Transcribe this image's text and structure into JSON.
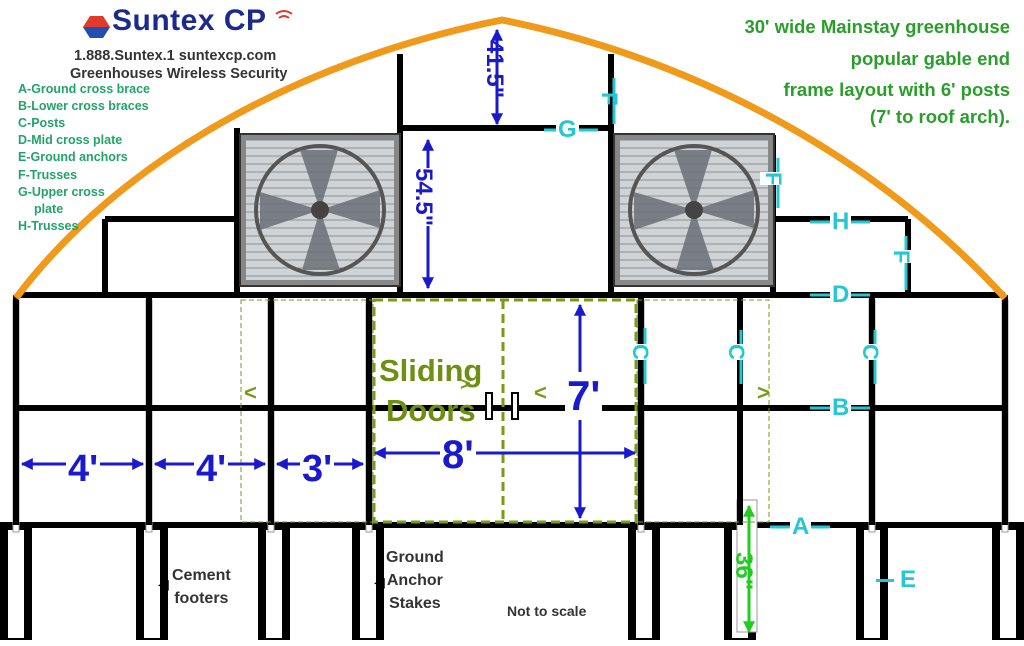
{
  "brand": {
    "name": "Suntex CP",
    "contact": "1.888.Suntex.1  suntexcp.com",
    "tagline": "Greenhouses   Wireless Security"
  },
  "legend": [
    "A-Ground cross brace",
    "B-Lower cross braces",
    "C-Posts",
    "D-Mid cross plate",
    "E-Ground anchors",
    "F-Trusses",
    "G-Upper cross",
    "plate",
    "H-Trusses"
  ],
  "title": [
    "30' wide Mainstay greenhouse",
    "popular gable end",
    "frame layout with 6' posts",
    "(7' to roof arch)."
  ],
  "dimensions": {
    "peak": "41.5\"",
    "fan_height": "54.5\"",
    "span_1": "4'",
    "span_2": "4'",
    "span_3": "3'",
    "door_width": "8'",
    "door_height": "7'",
    "footer_depth": "36\""
  },
  "parts": {
    "A": "A",
    "B": "B",
    "C": "C",
    "D": "D",
    "E": "E",
    "F": "F",
    "G": "G",
    "H": "H"
  },
  "arrows": {
    "open_right": ">",
    "open_left": "<"
  },
  "labels": {
    "sliding_doors_1": "Sliding",
    "sliding_doors_2": "Doors",
    "cement_footers_1": "Cement",
    "cement_footers_2": "footers",
    "ground_anchor_1": "Ground",
    "ground_anchor_2": "Anchor",
    "ground_anchor_3": "Stakes",
    "not_to_scale": "Not to scale"
  },
  "colors": {
    "frame": "#000000",
    "arch": "#f09a1c",
    "dimension": "#1a1acc",
    "part_label": "#23c8d2",
    "doors": "#7a9a1a",
    "title": "#2a9e2a",
    "legend": "#22a36a",
    "depth": "#22cc22"
  },
  "icons": [
    "logo-hexagon-icon",
    "wifi-signal-icon",
    "exhaust-fan-icon"
  ]
}
